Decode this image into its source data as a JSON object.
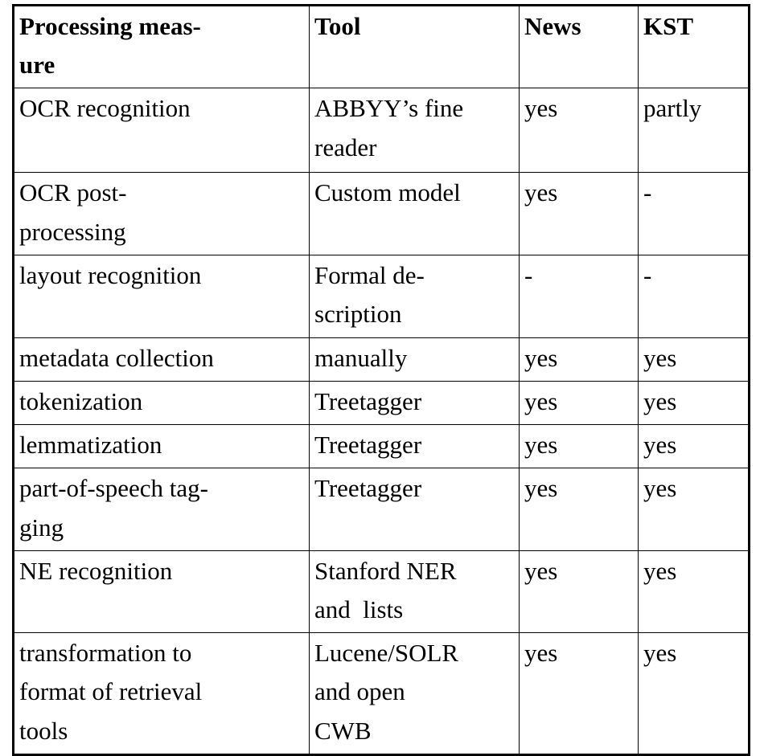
{
  "document": {
    "type": "table",
    "caption": "",
    "background_color": "#ffffff",
    "text_color": "#000000"
  },
  "table": {
    "columns": [
      {
        "key": "measure",
        "header": "Processing meas-\nure",
        "header_plain": "Processing measure"
      },
      {
        "key": "tool",
        "header": "Tool",
        "header_plain": "Tool"
      },
      {
        "key": "news",
        "header": "News",
        "header_plain": "News"
      },
      {
        "key": "kst",
        "header": "KST",
        "header_plain": "KST"
      }
    ],
    "header": {
      "measure": "Processing meas-\nure",
      "tool": "Tool",
      "news": "News",
      "kst": "KST"
    },
    "rows": [
      {
        "measure": "OCR recognition",
        "tool": "ABBYY’s fine\nreader",
        "news": "yes",
        "kst": "partly"
      },
      {
        "measure": "OCR post-\nprocessing",
        "tool": "Custom model",
        "news": "yes",
        "kst": "-"
      },
      {
        "measure": "layout recognition",
        "tool": "Formal de-\nscription",
        "news": "-",
        "kst": "-"
      },
      {
        "measure": "metadata collection",
        "tool": "manually",
        "news": "yes",
        "kst": "yes"
      },
      {
        "measure": "tokenization",
        "tool": "Treetagger",
        "news": "yes",
        "kst": "yes"
      },
      {
        "measure": "lemmatization",
        "tool": "Treetagger",
        "news": "yes",
        "kst": "yes"
      },
      {
        "measure": "part-of-speech tag-\nging",
        "tool": "Treetagger",
        "news": "yes",
        "kst": "yes"
      },
      {
        "measure": "NE recognition",
        "tool": "Stanford NER\nand  lists",
        "news": "yes",
        "kst": "yes"
      },
      {
        "measure": "transformation to\nformat of retrieval\ntools",
        "tool": "Lucene/SOLR\nand open\nCWB",
        "news": "yes",
        "kst": "yes"
      }
    ]
  }
}
